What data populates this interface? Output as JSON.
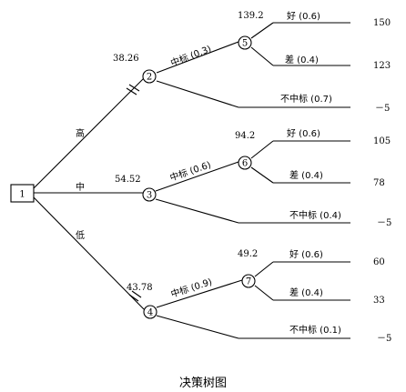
{
  "decision": {
    "id": "1"
  },
  "branches": [
    {
      "label": "高",
      "node": "2",
      "value": "38.26",
      "pruned": true
    },
    {
      "label": "中",
      "node": "3",
      "value": "54.52",
      "pruned": false
    },
    {
      "label": "低",
      "node": "4",
      "value": "43.78",
      "pruned": true
    }
  ],
  "chance_nodes": [
    {
      "id": "5",
      "value": "139.2"
    },
    {
      "id": "6",
      "value": "94.2"
    },
    {
      "id": "7",
      "value": "49.2"
    }
  ],
  "first_level": [
    {
      "win": "中标 (0.3)",
      "lose": "不中标 (0.7)",
      "lose_payoff": "－5"
    },
    {
      "win": "中标 (0.6)",
      "lose": "不中标 (0.4)",
      "lose_payoff": "－5"
    },
    {
      "win": "中标 (0.9)",
      "lose": "不中标 (0.1)",
      "lose_payoff": "－5"
    }
  ],
  "second_level": [
    {
      "good": "好 (0.6)",
      "good_payoff": "150",
      "bad": "差 (0.4)",
      "bad_payoff": "123"
    },
    {
      "good": "好 (0.6)",
      "good_payoff": "105",
      "bad": "差 (0.4)",
      "bad_payoff": "78"
    },
    {
      "good": "好 (0.6)",
      "good_payoff": "60",
      "bad": "差 (0.4)",
      "bad_payoff": "33"
    }
  ],
  "caption": "决策树图"
}
